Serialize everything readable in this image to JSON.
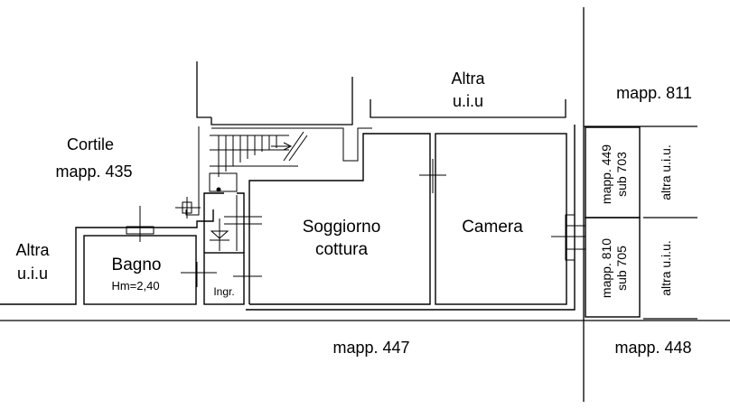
{
  "labels": {
    "altra_top": "Altra",
    "uiu_top": "u.i.u",
    "mapp_811": "mapp. 811",
    "cortile": "Cortile",
    "mapp_435": "mapp. 435",
    "altra_left": "Altra",
    "uiu_left": "u.i.u",
    "bagno": "Bagno",
    "hm": "Hm=2,40",
    "ingr": "Ingr.",
    "soggiorno": "Soggiorno",
    "cottura": "cottura",
    "camera": "Camera",
    "mapp_449": "mapp. 449",
    "sub_703": "sub 703",
    "mapp_810": "mapp. 810",
    "sub_705": "sub 705",
    "altra_uiu_1": "altra u.i.u.",
    "altra_uiu_2": "altra u.i.u.",
    "mapp_447": "mapp. 447",
    "mapp_448": "mapp. 448"
  },
  "colors": {
    "line": "#000000",
    "background": "#ffffff"
  }
}
